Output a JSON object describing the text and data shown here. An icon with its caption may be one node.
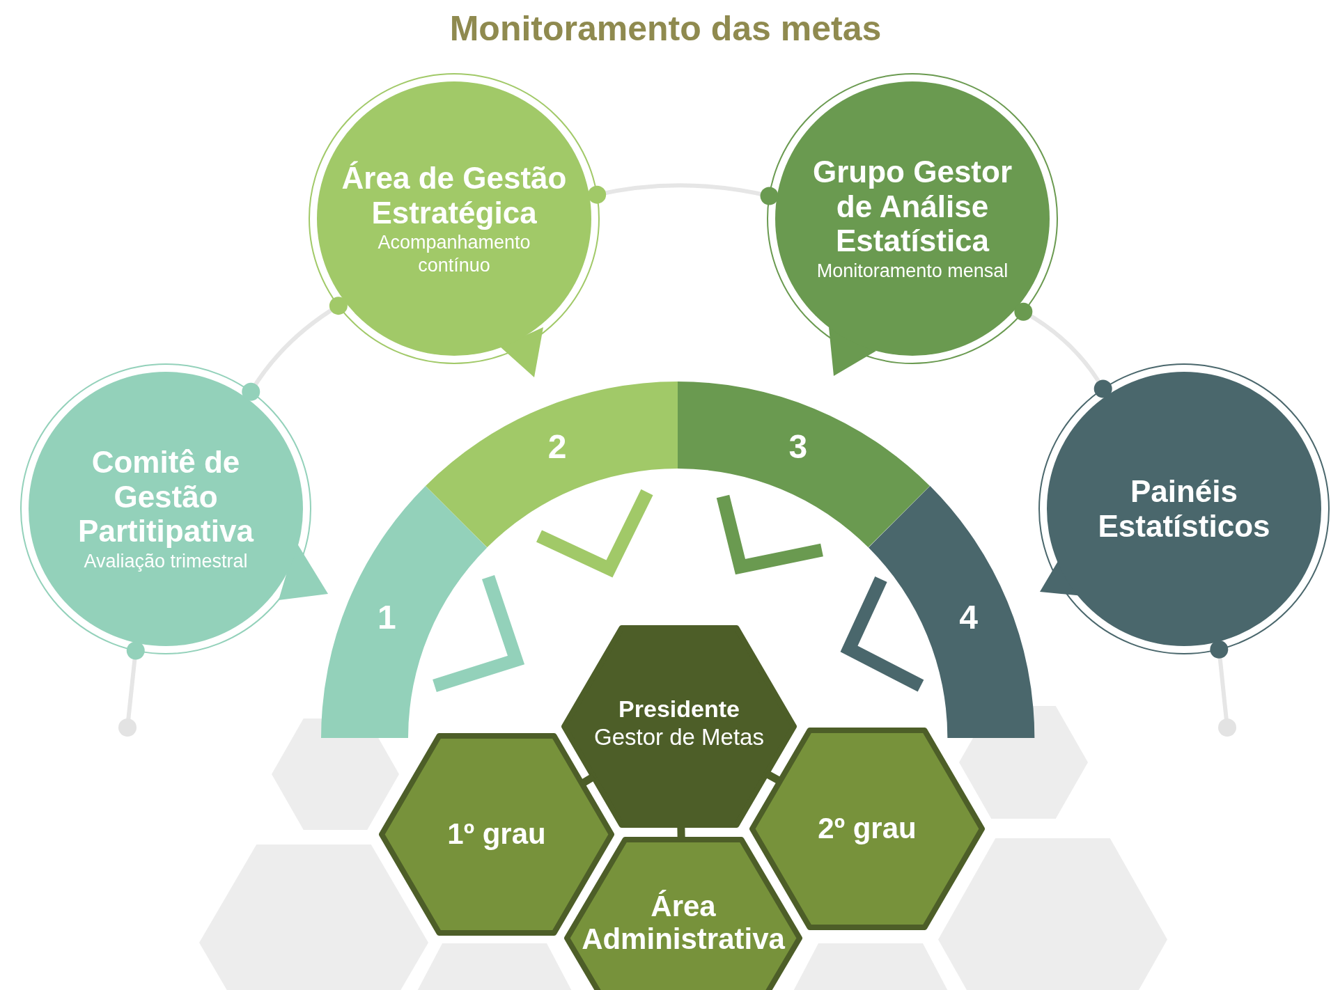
{
  "diagram": {
    "title": "Monitoramento das metas",
    "nodes": [
      {
        "text": [
          "Comitê de Gestão Partitipativa",
          "Avaliação trimestral"
        ]
      },
      {
        "text": [
          "Área de Gestão Estratégica",
          "Acompanhamento contínuo"
        ]
      },
      {
        "text": [
          "Grupo Gestor de Análise Estatística",
          "Monitoramento mensal"
        ]
      },
      {
        "text": [
          "Painéis Estatísticos"
        ]
      },
      {
        "text": [
          "1"
        ]
      },
      {
        "text": [
          "2"
        ]
      },
      {
        "text": [
          "3"
        ]
      },
      {
        "text": [
          "4"
        ]
      },
      {
        "text": [
          "Presidente",
          "Gestor de Metas"
        ]
      },
      {
        "text": [
          "1º grau"
        ]
      },
      {
        "text": [
          "2º grau"
        ]
      },
      {
        "text": [
          "Área Administrativa"
        ]
      }
    ],
    "edges": [
      {
        "from": 0,
        "to": 1,
        "arrow": "other"
      },
      {
        "from": 1,
        "to": 2,
        "arrow": "other"
      },
      {
        "from": 2,
        "to": 3,
        "arrow": "other"
      },
      {
        "from": 0,
        "to": null,
        "arrow": "other"
      },
      {
        "from": 3,
        "to": null,
        "arrow": "other"
      },
      {
        "from": 8,
        "to": 9,
        "arrow": "none",
        "style": "thick",
        "color": "#4d5e28"
      },
      {
        "from": 8,
        "to": 10,
        "arrow": "none",
        "style": "thick",
        "color": "#4d5e28"
      },
      {
        "from": 8,
        "to": 11,
        "arrow": "none",
        "style": "thick",
        "color": "#4d5e28"
      }
    ]
  }
}
